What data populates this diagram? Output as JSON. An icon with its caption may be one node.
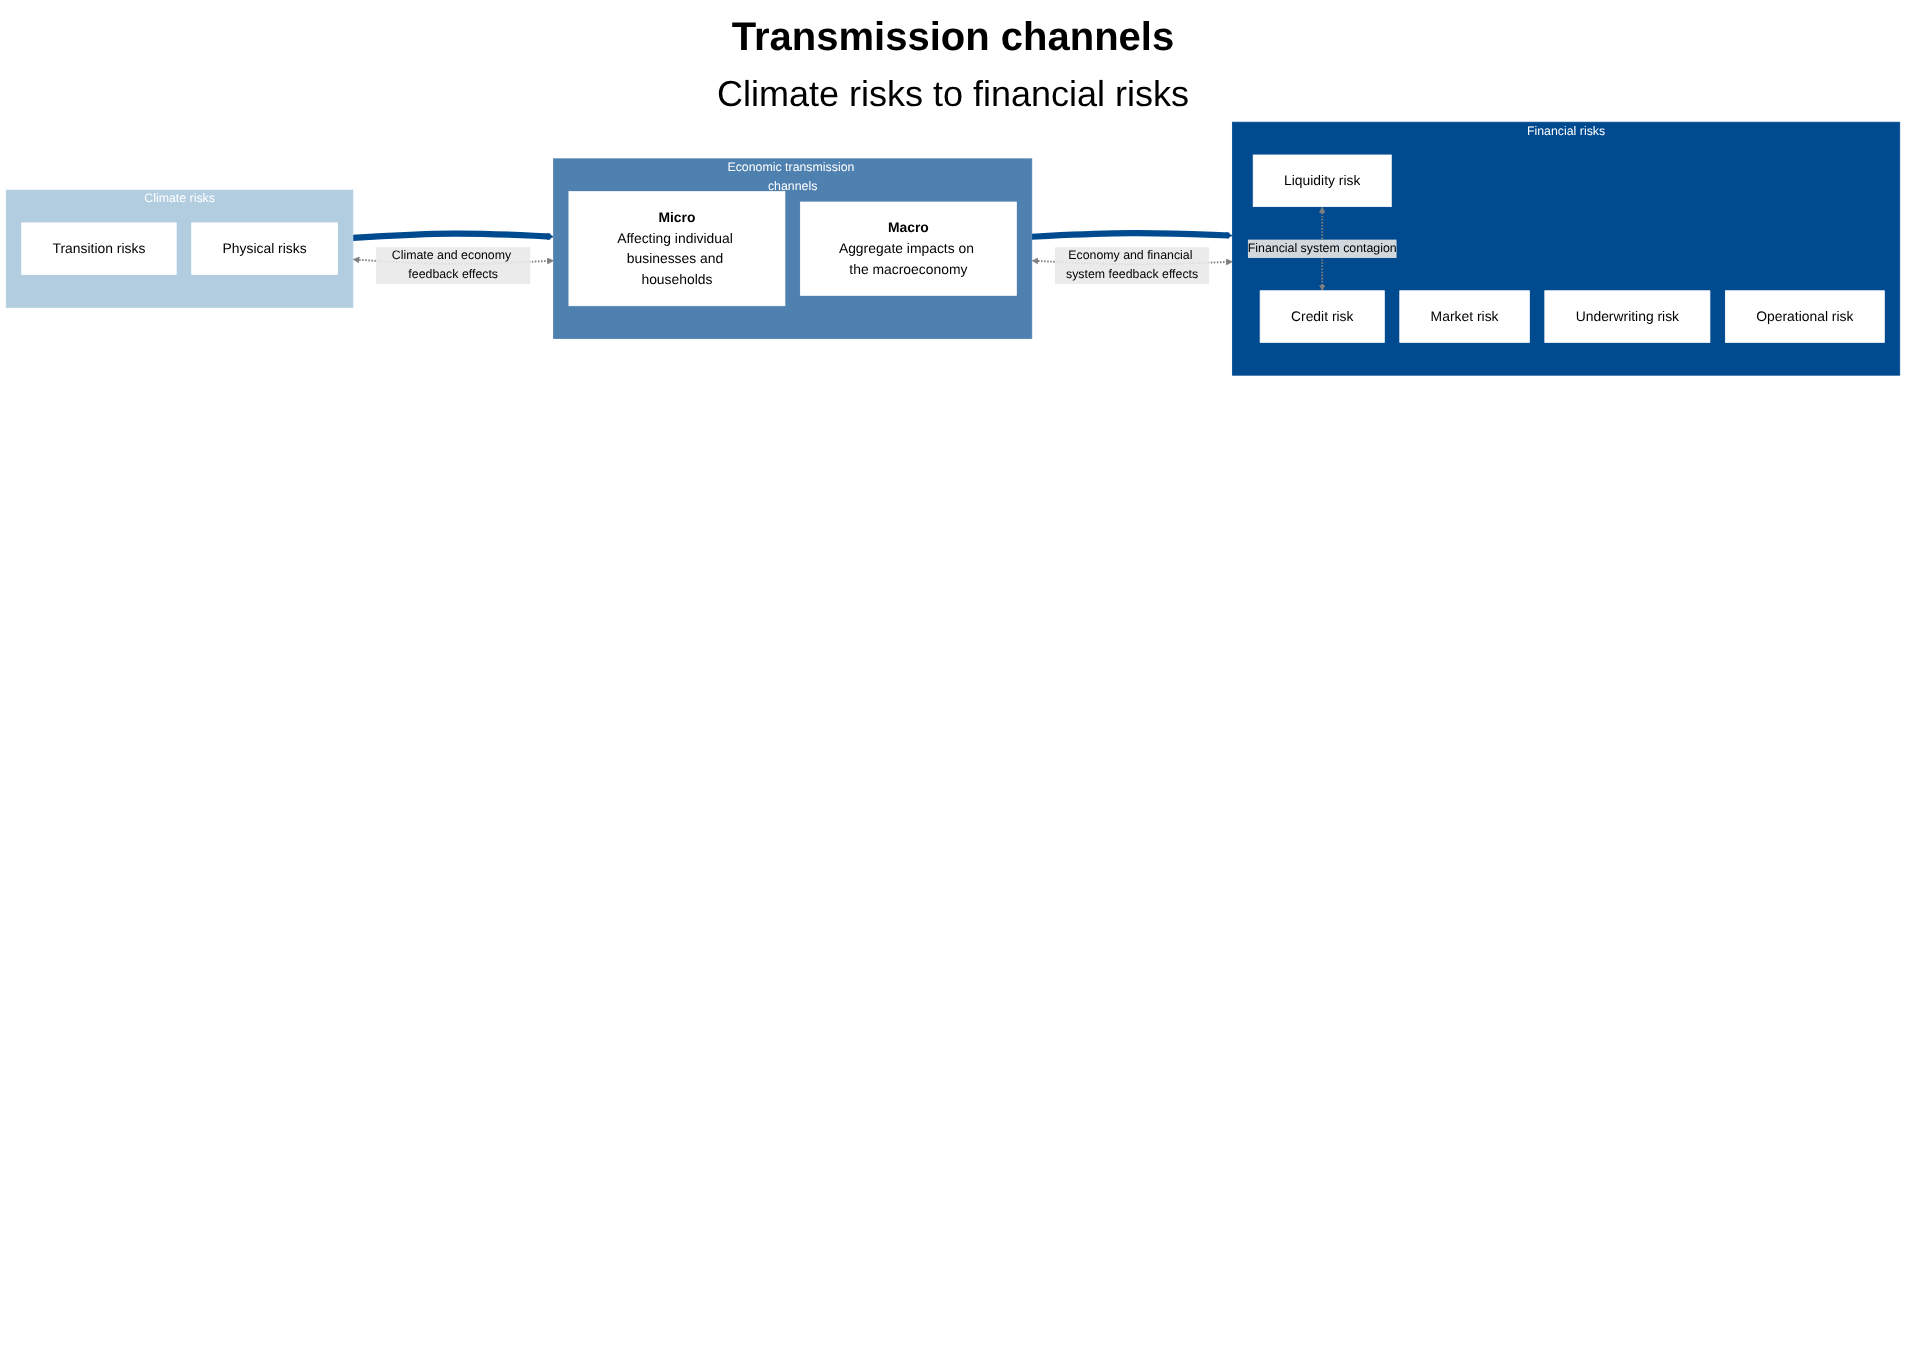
{
  "diagram": {
    "title": "Transmission channels",
    "nodes": [
      {
        "text": [
          "Climate risks"
        ]
      },
      {
        "text": [
          "Transition risks"
        ],
        "in": 0
      },
      {
        "text": [
          "Physical risks"
        ],
        "in": 0
      },
      {
        "text": [
          "Economic transmission channels"
        ]
      },
      {
        "text": [
          "Micro",
          "Affecting individual businesses and households"
        ],
        "in": 3
      },
      {
        "text": [
          "Macro",
          "Aggregate impacts on the macroeconomy"
        ],
        "in": 3
      },
      {
        "text": [
          "Financial risks"
        ]
      },
      {
        "text": [
          "Credit risk"
        ],
        "in": 6
      },
      {
        "text": [
          "Market risk"
        ],
        "in": 6
      },
      {
        "text": [
          "Underwriting risk"
        ],
        "in": 6
      },
      {
        "text": [
          "Operational risk"
        ],
        "in": 6
      },
      {
        "text": [
          "Liquidity risk"
        ],
        "in": 6
      }
    ],
    "edges": [
      {
        "from": 0,
        "to": 3,
        "arrow": "to",
        "style": "thick",
        "color": "#004a8f"
      },
      {
        "from": 3,
        "to": 6,
        "arrow": "to",
        "style": "thick",
        "color": "#004a8f"
      },
      {
        "from": 0,
        "to": 3,
        "arrow": "both",
        "style": "dashed",
        "label": "Climate and economy feedback effects"
      },
      {
        "from": 3,
        "to": 6,
        "arrow": "both",
        "style": "dashed",
        "label": "Economy and financial system feedback effects"
      },
      {
        "from": 11,
        "to": 7,
        "arrow": "both",
        "style": "dashed",
        "label": "Financial system contagion"
      }
    ],
    "labels": [
      "Climate risks to financial risks"
    ]
  }
}
